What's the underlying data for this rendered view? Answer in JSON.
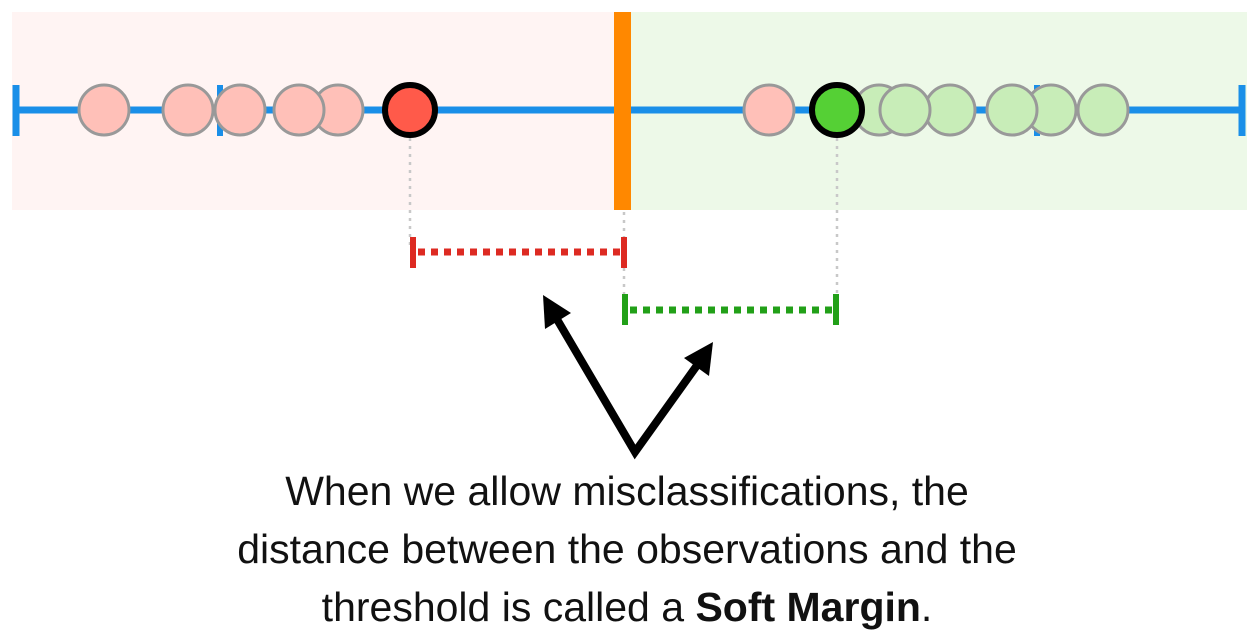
{
  "caption": {
    "line1": "When we allow misclassifications, the",
    "line2": "distance between the observations and the",
    "line3_prefix": "threshold is called a ",
    "line3_bold": "Soft Margin",
    "line3_suffix": "."
  },
  "colors": {
    "axis": "#1a8fe8",
    "threshold": "#ff8800",
    "left_region": "#fff4f3",
    "right_region": "#edf9e8",
    "red_observation": "#ff5a4a",
    "pink_observation": "#ffc0b8",
    "green_observation": "#55d035",
    "light_green_observation": "#c8edb8",
    "red_margin": "#dd2a22",
    "green_margin": "#22a018"
  }
}
